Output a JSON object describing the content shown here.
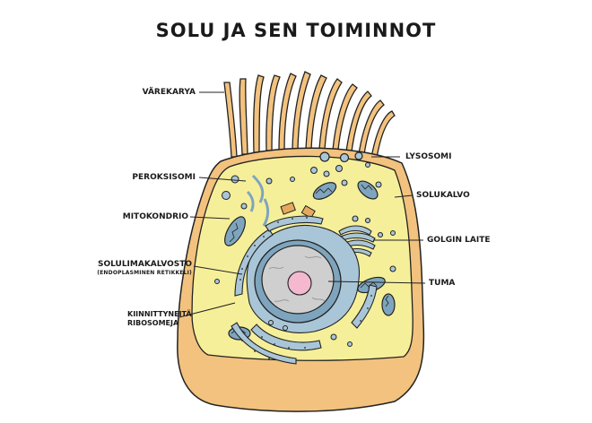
{
  "title": "SOLU JA SEN TOIMINNOT",
  "labels": {
    "varekarya": "VÄREKARYA",
    "peroksisomi": "PEROKSISOMI",
    "mitokondrio": "MITOKONDRIO",
    "solulimakalvosto": "SOLULIMAKALVOSTO",
    "solulimakalvosto_sub": "(ENDOPLASMINEN RETIKKELI)",
    "kiinnittyneita_1": "KIINNITTYNEITÄ",
    "kiinnittyneita_2": "RIBOSOMEJA",
    "lysosomi": "LYSOSOMI",
    "solukalvo": "SOLUKALVO",
    "golgin_laite": "GOLGIN LAITE",
    "tuma": "TUMA"
  },
  "colors": {
    "membrane": "#f2c27e",
    "membrane_dark": "#e6a85c",
    "cytoplasm": "#f6ef9a",
    "organelle_blue": "#a9c6d8",
    "organelle_blue_dark": "#7ea5bd",
    "nucleus_grey": "#cfcfcf",
    "nucleolus": "#f4b8cf",
    "outline": "#222222"
  }
}
